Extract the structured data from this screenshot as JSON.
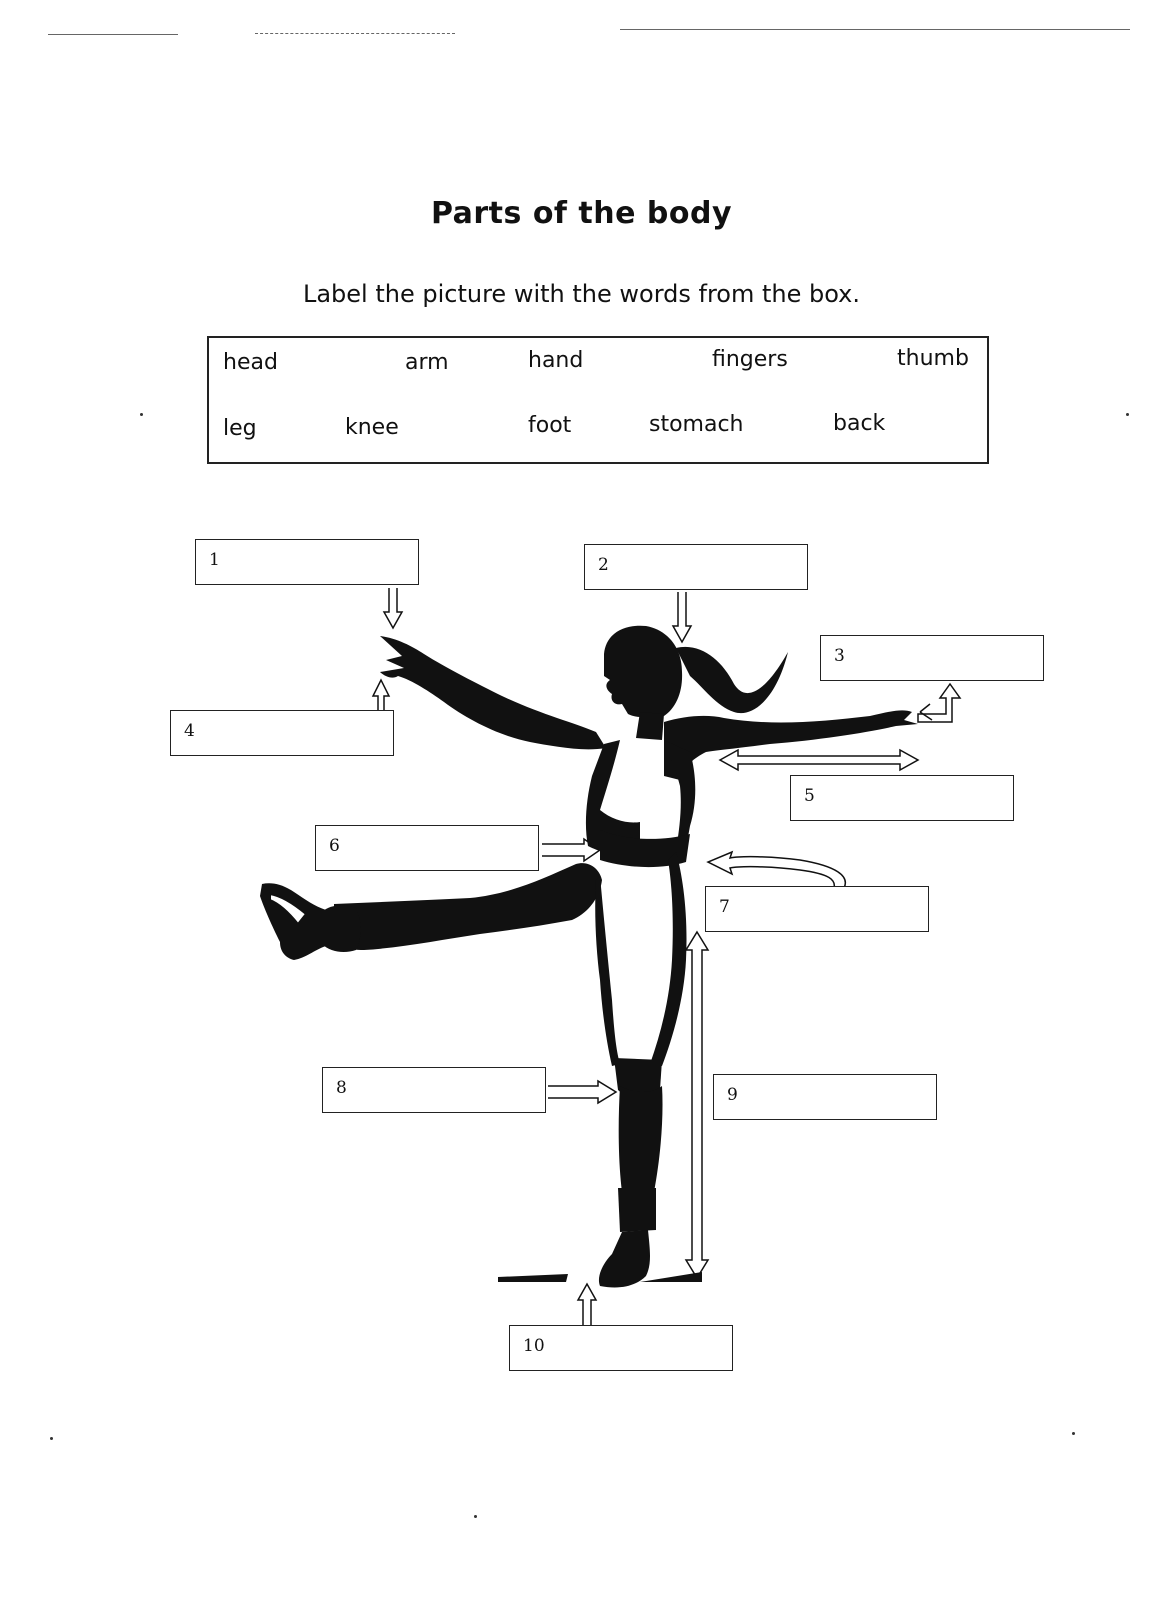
{
  "title": "Parts of the body",
  "instruction": "Label the picture with the words from the box.",
  "word_box": {
    "row1": [
      "head",
      "arm",
      "hand",
      "fingers",
      "thumb"
    ],
    "row2": [
      "leg",
      "knee",
      "foot",
      "stomach",
      "back"
    ]
  },
  "label_boxes": [
    "1",
    "2",
    "3",
    "4",
    "5",
    "6",
    "7",
    "8",
    "9",
    "10"
  ],
  "colors": {
    "ink": "#111111",
    "paper": "#ffffff"
  }
}
